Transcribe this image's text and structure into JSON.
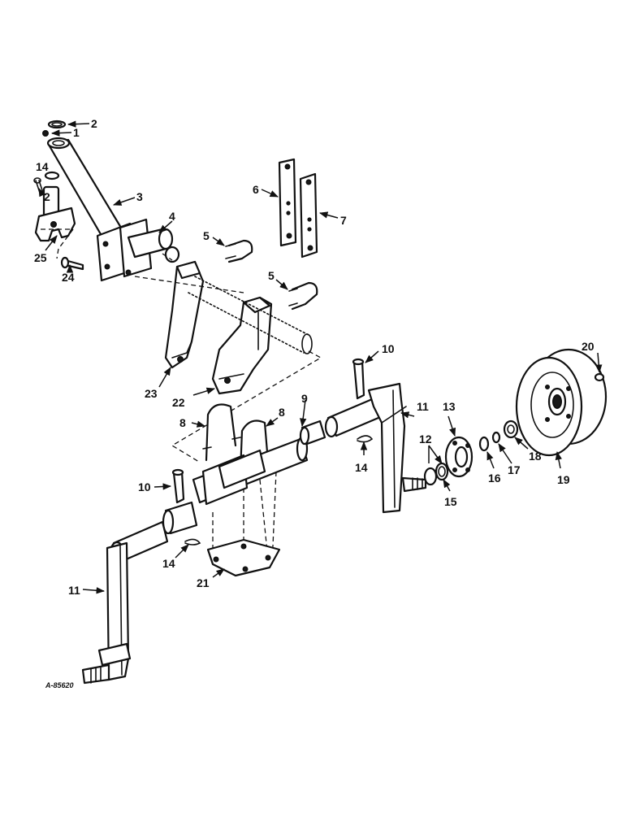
{
  "plate_id": "A-85620",
  "callouts": {
    "c1": "1",
    "c2a": "2",
    "c2b": "2",
    "c3": "3",
    "c4": "4",
    "c5a": "5",
    "c5b": "5",
    "c6": "6",
    "c7": "7",
    "c8a": "8",
    "c8b": "8",
    "c9": "9",
    "c10a": "10",
    "c10b": "10",
    "c11a": "11",
    "c11b": "11",
    "c12": "12",
    "c13": "13",
    "c14a": "14",
    "c14b": "14",
    "c14c": "14",
    "c15": "15",
    "c16": "16",
    "c17": "17",
    "c18": "18",
    "c19": "19",
    "c20": "20",
    "c21": "21",
    "c22": "22",
    "c23": "23",
    "c24": "24",
    "c25": "25"
  },
  "colors": {
    "ink": "#111111",
    "paper": "#ffffff"
  }
}
